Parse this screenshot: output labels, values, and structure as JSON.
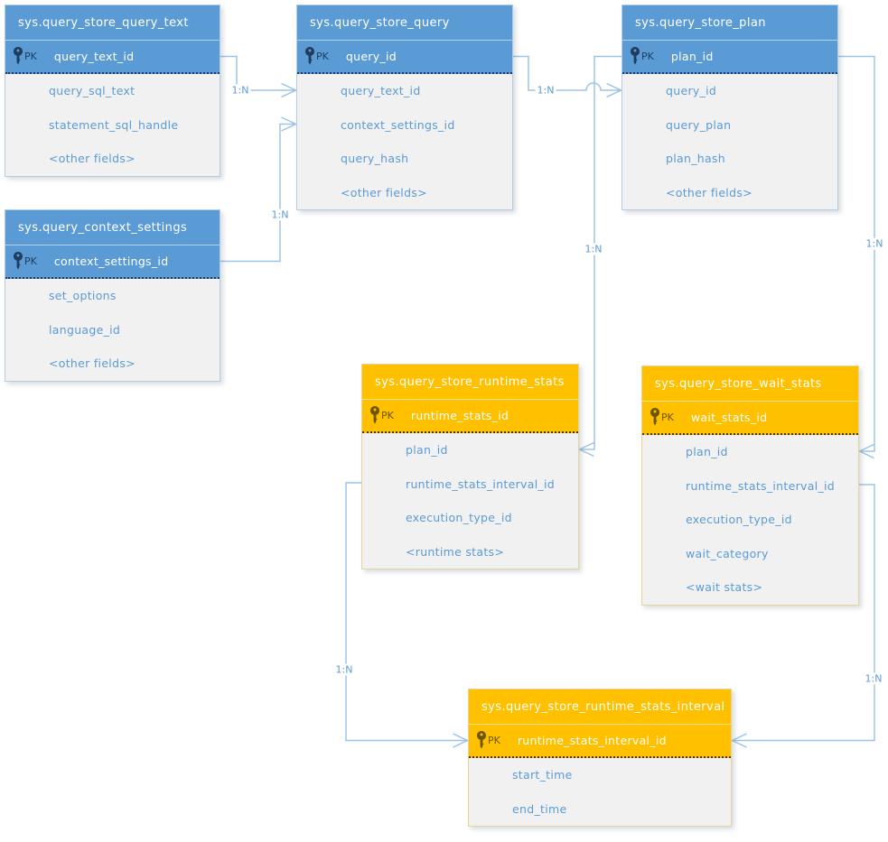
{
  "diagram_colors": {
    "blue_entity_header": "#5b9bd5",
    "orange_entity_header": "#ffc000",
    "entity_body_background": "#f1f1f2",
    "field_text": "#5b9bd5",
    "pk_text": "#ffffff",
    "key_icon_blue": "#1f3d5c",
    "key_icon_orange": "#6e5500",
    "connector_line": "#9dc3e6",
    "cardinality_label_text": "#5b9bd5"
  },
  "tables": [
    {
      "id": "query_store_query_text",
      "title": "sys.query_store_query_text",
      "theme": "blue",
      "pk_label": "PK",
      "pk_field": "query_text_id",
      "fields": [
        "query_sql_text",
        "statement_sql_handle",
        "<other fields>"
      ]
    },
    {
      "id": "query_store_query",
      "title": "sys.query_store_query",
      "theme": "blue",
      "pk_label": "PK",
      "pk_field": "query_id",
      "fields": [
        "query_text_id",
        "context_settings_id",
        "query_hash",
        "<other fields>"
      ]
    },
    {
      "id": "query_store_plan",
      "title": "sys.query_store_plan",
      "theme": "blue",
      "pk_label": "PK",
      "pk_field": "plan_id",
      "fields": [
        "query_id",
        "query_plan",
        "plan_hash",
        "<other fields>"
      ]
    },
    {
      "id": "query_context_settings",
      "title": "sys.query_context_settings",
      "theme": "blue",
      "pk_label": "PK",
      "pk_field": "context_settings_id",
      "fields": [
        "set_options",
        "language_id",
        "<other fields>"
      ]
    },
    {
      "id": "query_store_runtime_stats",
      "title": "sys.query_store_runtime_stats",
      "theme": "orange",
      "pk_label": "PK",
      "pk_field": "runtime_stats_id",
      "fields": [
        "plan_id",
        "runtime_stats_interval_id",
        "execution_type_id",
        "<runtime stats>"
      ]
    },
    {
      "id": "query_store_wait_stats",
      "title": "sys.query_store_wait_stats",
      "theme": "orange",
      "pk_label": "PK",
      "pk_field": "wait_stats_id",
      "fields": [
        "plan_id",
        "runtime_stats_interval_id",
        "execution_type_id",
        "wait_category",
        "<wait stats>"
      ]
    },
    {
      "id": "query_store_runtime_stats_interval",
      "title": "sys.query_store_runtime_stats_interval",
      "theme": "orange",
      "pk_label": "PK",
      "pk_field": "runtime_stats_interval_id",
      "fields": [
        "start_time",
        "end_time"
      ]
    }
  ],
  "relationships": [
    {
      "from": "sys.query_store_query_text.query_text_id",
      "to": "sys.query_store_query.query_text_id",
      "label": "1:N"
    },
    {
      "from": "sys.query_context_settings.context_settings_id",
      "to": "sys.query_store_query.context_settings_id",
      "label": "1:N"
    },
    {
      "from": "sys.query_store_query.query_id",
      "to": "sys.query_store_plan.query_id",
      "label": "1:N"
    },
    {
      "from": "sys.query_store_plan.plan_id",
      "to": "sys.query_store_runtime_stats.plan_id",
      "label": "1:N"
    },
    {
      "from": "sys.query_store_plan.plan_id",
      "to": "sys.query_store_wait_stats.plan_id",
      "label": "1:N"
    },
    {
      "from": "sys.query_store_runtime_stats_interval.runtime_stats_interval_id",
      "to": "sys.query_store_wait_stats.runtime_stats_interval_id",
      "label": "1:N"
    },
    {
      "from": "sys.query_store_runtime_stats_interval.runtime_stats_interval_id",
      "to": "sys.query_store_runtime_stats.runtime_stats_interval_id",
      "label": "1:N"
    }
  ]
}
